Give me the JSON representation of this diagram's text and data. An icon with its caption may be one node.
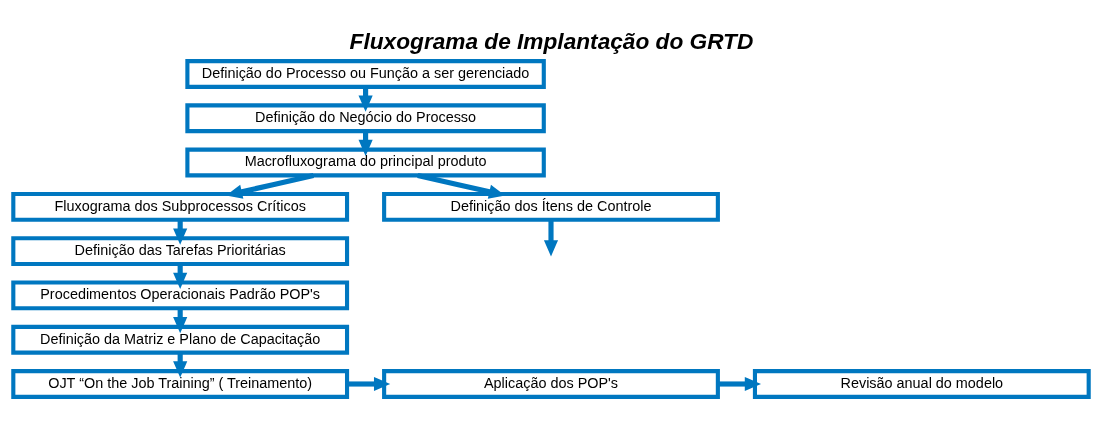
{
  "diagram": {
    "title": "Fluxograma de Implantação do GRTD",
    "nodes": [
      {
        "text": [
          "Definição do Processo ou Função a ser gerenciado"
        ]
      },
      {
        "text": [
          "Definição do Negócio do Processo"
        ]
      },
      {
        "text": [
          "Macrofluxograma do principal produto"
        ]
      },
      {
        "text": [
          "Fluxograma dos Subprocessos Críticos"
        ]
      },
      {
        "text": [
          "Definição dos Ítens de Controle"
        ]
      },
      {
        "text": [
          "Definição das Tarefas Prioritárias"
        ]
      },
      {
        "text": [
          "Procedimentos Operacionais Padrão POP's"
        ]
      },
      {
        "text": [
          "Definição da Matriz e Plano de Capacitação"
        ]
      },
      {
        "text": [
          "OJT “On the Job Training” ( Treinamento)"
        ]
      },
      {
        "text": [
          "Aplicação dos POP's"
        ]
      },
      {
        "text": [
          "Revisão anual do modelo"
        ]
      }
    ],
    "edges": [
      {
        "from": 0,
        "to": 1,
        "arrow": "to"
      },
      {
        "from": 1,
        "to": 2,
        "arrow": "to"
      },
      {
        "from": 2,
        "to": 3,
        "arrow": "to"
      },
      {
        "from": 2,
        "to": 4,
        "arrow": "to"
      },
      {
        "from": 3,
        "to": 5,
        "arrow": "to"
      },
      {
        "from": 5,
        "to": 6,
        "arrow": "to"
      },
      {
        "from": 6,
        "to": 7,
        "arrow": "to"
      },
      {
        "from": 7,
        "to": 8,
        "arrow": "to"
      },
      {
        "from": 8,
        "to": 9,
        "arrow": "to"
      },
      {
        "from": 9,
        "to": 10,
        "arrow": "to"
      },
      {
        "from": 4,
        "to": null,
        "arrow": "to"
      }
    ]
  }
}
